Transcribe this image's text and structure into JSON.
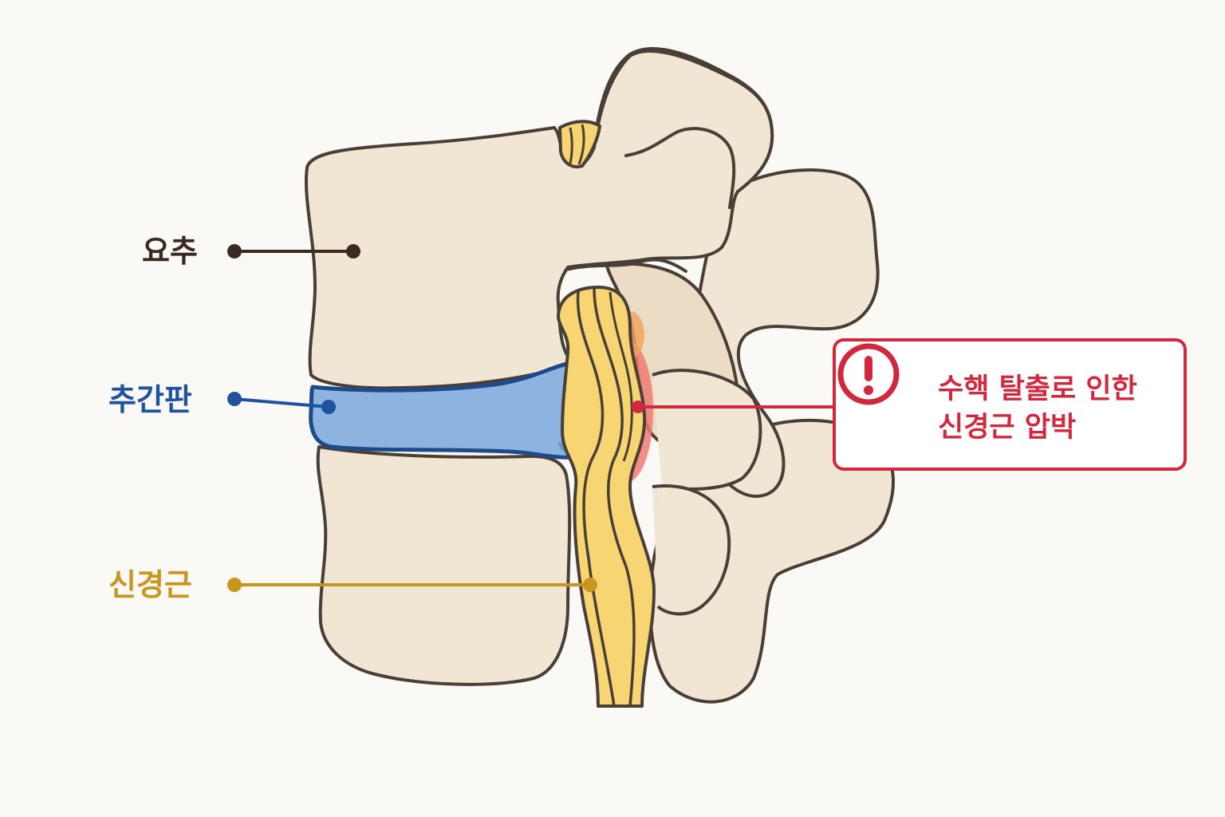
{
  "labels": {
    "lumbar": "요추",
    "disc": "추간판",
    "nerve": "신경근"
  },
  "callout": {
    "line1": "수핵 탈출로 인한",
    "line2": "신경근 압박",
    "icon": "exclamation-circle-icon"
  },
  "colors": {
    "background": "#fbf9f6",
    "bone": "#f1e6d4",
    "bone_shade": "#ecdcc5",
    "outline": "#4a3f36",
    "lumbar_label": "#3b2a20",
    "disc_fill": "#8db4e0",
    "disc_outline": "#1f4a8a",
    "disc_label": "#1f53a0",
    "nerve_fill": "#f6d572",
    "nerve_label": "#c8951e",
    "herniation": "#f07b72",
    "alert": "#d2283e"
  }
}
